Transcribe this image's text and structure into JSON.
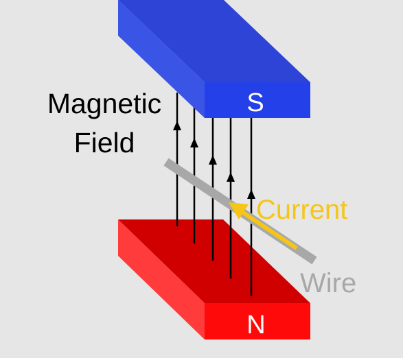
{
  "labels": {
    "field_line1": "Magnetic",
    "field_line2": "Field",
    "south_pole": "S",
    "north_pole": "N",
    "current": "Current",
    "wire": "Wire"
  },
  "colors": {
    "background": "#e6e6e6",
    "south_magnet_top": "#2e44d6",
    "south_magnet_side": "#3a55e6",
    "south_magnet_front": "#2440e8",
    "north_magnet_top": "#d10000",
    "north_magnet_side": "#ff3b3b",
    "north_magnet_front": "#ff0a0a",
    "field_lines": "#000000",
    "wire": "#a8a8a8",
    "current": "#f5c518",
    "pole_text": "#ffffff",
    "field_text": "#000000"
  },
  "field_line_count": 5
}
